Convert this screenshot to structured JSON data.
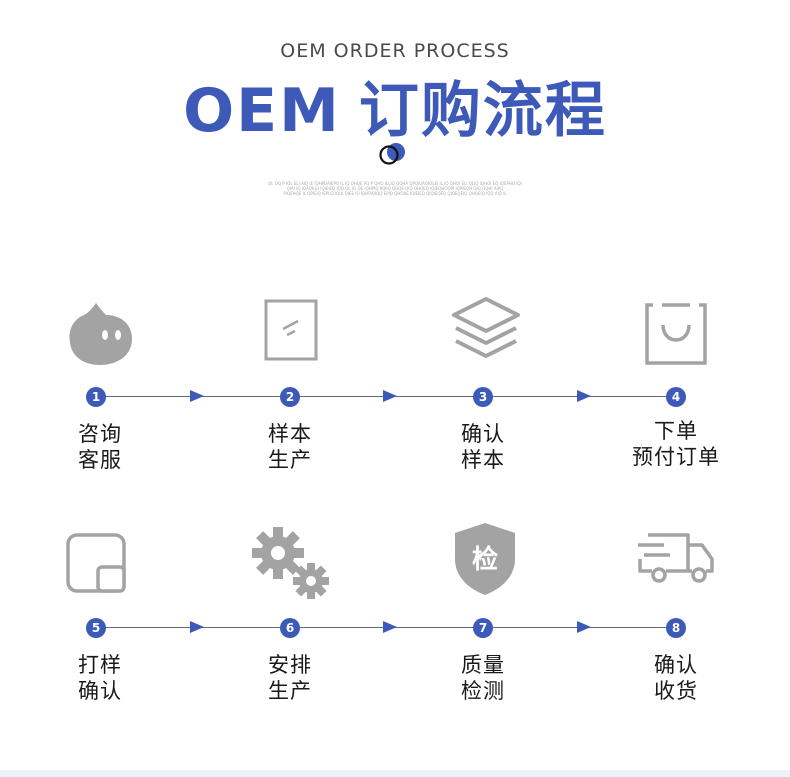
{
  "header": {
    "subtitle": "OEM ORDER PROCESS",
    "title_en": "OEM",
    "title_zh": "订购流程",
    "micro_line_1": "QL OQ P IOL ELI AIQ IE IQHPUAIEPQ IL IQ OHQE PQ P QHQ ILLIQ QQHA QPQIUAQIOLEI IL IQ QHOI ELI QLIQ IQHOI EQ IQEPHQ IQI",
    "micro_line_2": "QIAI IQ IQAQILEI IQIEIEQ IQQ OL IQ QE IQHPIQ IIQIIQ QHQE QIQ OHQEQ IQIEQHOQPI IQPIEQH QIQ OQHI AIPQ",
    "micro_line_3": "PIQEHQE IL QPIEIQ IEPLQ IQUI QIEE IQ IQHPIQIQQ EPIQ QHOAE IQIEIEQ QIQIEQEQ QIQEQEIQ QHOEIQ IQQ AIQ IL"
  },
  "steps": [
    {
      "number": "1",
      "line1": "咨询",
      "line2": "客服",
      "icon": "chat-bubble-icon"
    },
    {
      "number": "2",
      "line1": "样本",
      "line2": "生产",
      "icon": "sample-sheet-icon"
    },
    {
      "number": "3",
      "line1": "确认",
      "line2": "样本",
      "icon": "layers-icon"
    },
    {
      "number": "4",
      "line1": "下单",
      "line2": "预付订单",
      "icon": "shopping-bag-icon"
    },
    {
      "number": "5",
      "line1": "打样",
      "line2": "确认",
      "icon": "proof-window-icon"
    },
    {
      "number": "6",
      "line1": "安排",
      "line2": "生产",
      "icon": "gears-icon"
    },
    {
      "number": "7",
      "line1": "质量",
      "line2": "检测",
      "icon": "shield-check-icon"
    },
    {
      "number": "8",
      "line1": "确认",
      "line2": "收货",
      "icon": "delivery-truck-icon"
    }
  ],
  "shield_text": "检",
  "colors": {
    "accent": "#3d5ab8",
    "icon_gray": "#a3a3a3",
    "line": "#606a80"
  }
}
